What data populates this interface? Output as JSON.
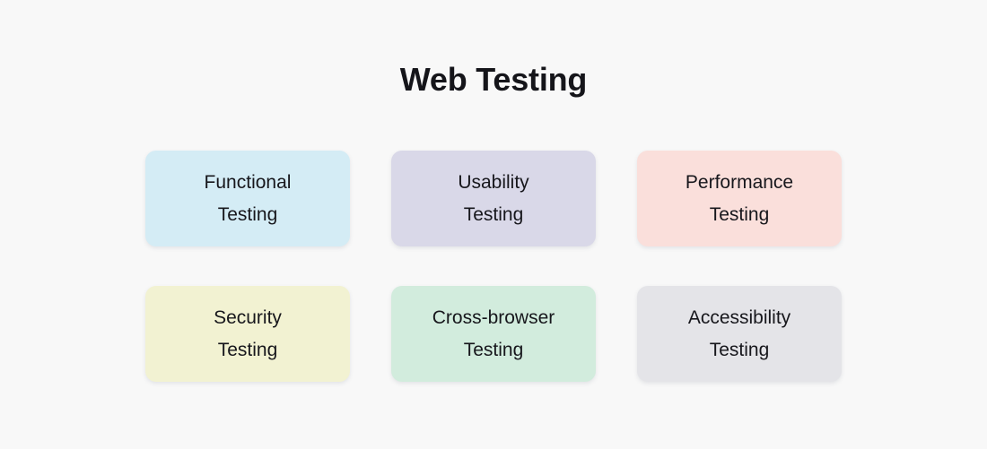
{
  "page": {
    "background_color": "#f8f8f8",
    "title": "Web Testing",
    "title_color": "#15151a",
    "text_color": "#17171c"
  },
  "cards": [
    {
      "label": "Functional\nTesting",
      "line1": "Functional",
      "line2": "Testing",
      "color": "#d4ecf5",
      "name": "functional-testing"
    },
    {
      "label": "Usability\nTesting",
      "line1": "Usability",
      "line2": "Testing",
      "color": "#d9d8e8",
      "name": "usability-testing"
    },
    {
      "label": "Performance\nTesting",
      "line1": "Performance",
      "line2": "Testing",
      "color": "#fadfdb",
      "name": "performance-testing"
    },
    {
      "label": "Security\nTesting",
      "line1": "Security",
      "line2": "Testing",
      "color": "#f2f2d2",
      "name": "security-testing"
    },
    {
      "label": "Cross-browser\nTesting",
      "line1": "Cross-browser",
      "line2": "Testing",
      "color": "#d2ecdd",
      "name": "cross-browser-testing"
    },
    {
      "label": "Accessibility\nTesting",
      "line1": "Accessibility",
      "line2": "Testing",
      "color": "#e4e4e8",
      "name": "accessibility-testing"
    }
  ]
}
